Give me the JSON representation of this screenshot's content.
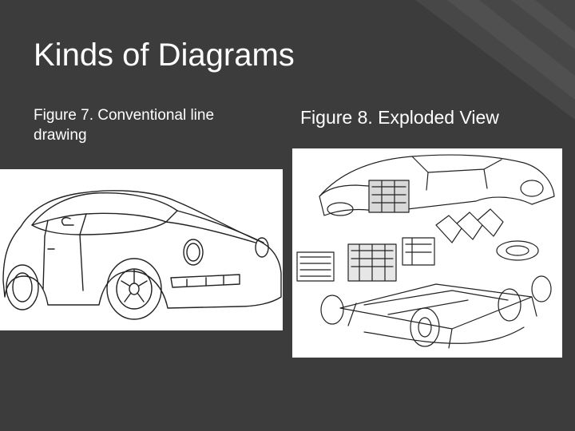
{
  "slide": {
    "title": "Kinds of Diagrams",
    "left_caption": "Figure 7. Conventional line drawing",
    "right_caption": "Figure 8.  Exploded View"
  },
  "images": {
    "left": "car-line-drawing",
    "right": "car-exploded-view"
  },
  "colors": {
    "background": "#3c3c3c",
    "stripe": "#4a4a4a",
    "text": "#ffffff",
    "image_background": "#ffffff",
    "line_art": "#222222"
  }
}
